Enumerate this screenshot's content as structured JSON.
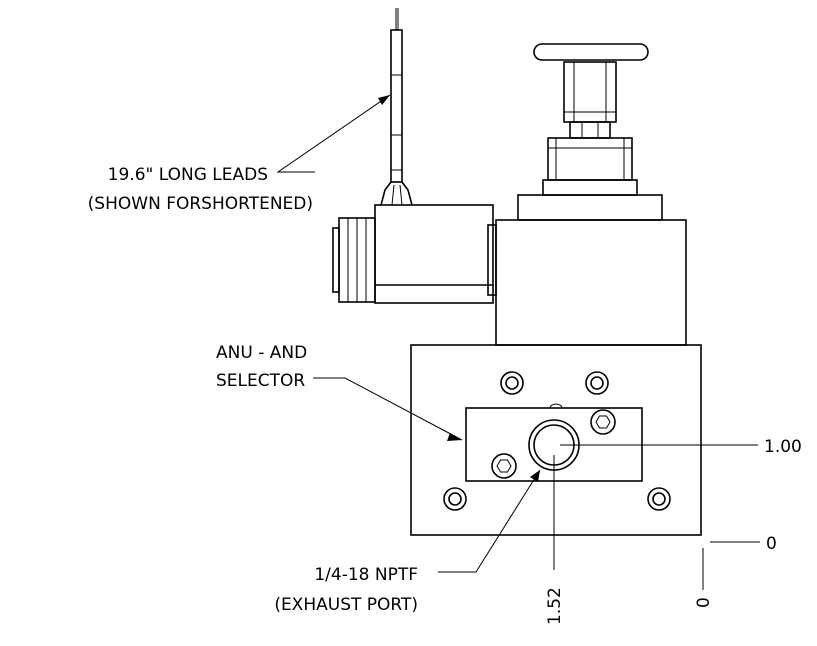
{
  "callouts": {
    "leads_line1": "19.6\" LONG LEADS",
    "leads_line2": "(SHOWN FORSHORTENED)",
    "selector_line1": "ANU - AND",
    "selector_line2": "SELECTOR",
    "port_line1": "1/4-18 NPTF",
    "port_line2": "(EXHAUST PORT)"
  },
  "dimensions": {
    "port_height": "1.00",
    "base_zero_horizontal": "0",
    "port_offset": "1.52",
    "base_zero_vertical": "0"
  }
}
